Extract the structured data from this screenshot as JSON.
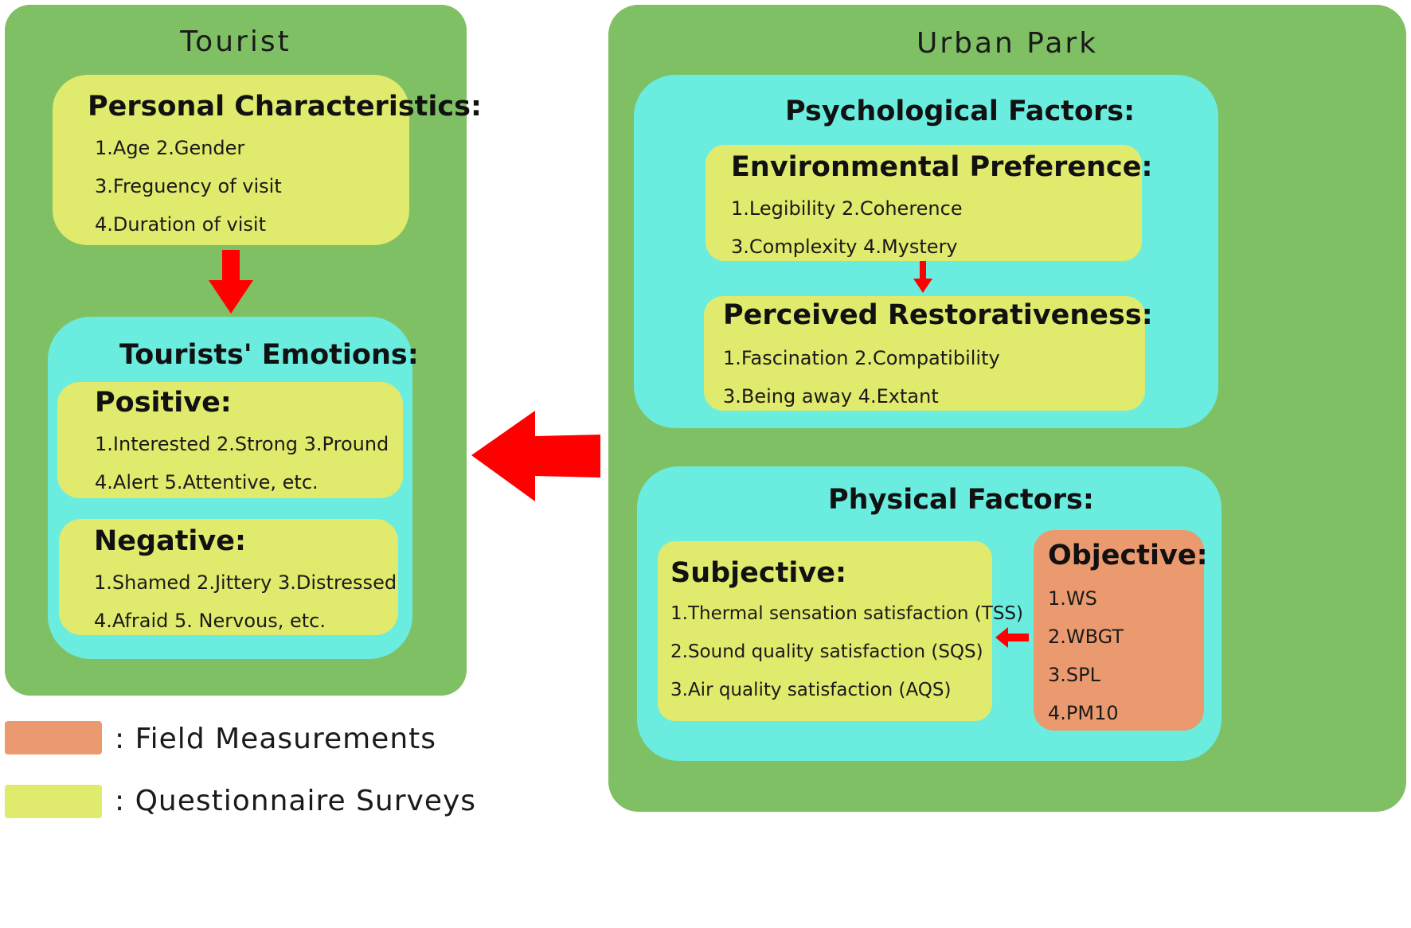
{
  "tourist": {
    "title": "Tourist",
    "personal": {
      "title": "Personal Characteristics:",
      "items": [
        "1.Age  2.Gender",
        "3.Freguency of visit",
        "4.Duration of visit"
      ]
    },
    "emotions": {
      "title": "Tourists' Emotions:",
      "positive": {
        "title": "Positive:",
        "items": [
          "1.Interested  2.Strong 3.Pround",
          "4.Alert 5.Attentive, etc."
        ]
      },
      "negative": {
        "title": "Negative:",
        "items": [
          "1.Shamed  2.Jittery  3.Distressed",
          "4.Afraid 5. Nervous, etc."
        ]
      }
    }
  },
  "park": {
    "title": "Urban Park",
    "psychological": {
      "title": "Psychological Factors:",
      "environmental": {
        "title": "Environmental Preference:",
        "items": [
          "1.Legibility  2.Coherence",
          "3.Complexity  4.Mystery"
        ]
      },
      "restorative": {
        "title": "Perceived Restorativeness:",
        "items": [
          "1.Fascination  2.Compatibility",
          "3.Being away  4.Extant"
        ]
      }
    },
    "physical": {
      "title": "Physical Factors:",
      "subjective": {
        "title": "Subjective:",
        "items": [
          "1.Thermal sensation satisfaction (TSS)",
          "2.Sound quality satisfaction (SQS)",
          "3.Air quality satisfaction (AQS)"
        ]
      },
      "objective": {
        "title": "Objective:",
        "items": [
          "1.WS",
          "2.WBGT",
          "3.SPL",
          "4.PM10"
        ]
      }
    }
  },
  "legend": {
    "field": ": Field Measurements",
    "questionnaire": ": Questionnaire Surveys"
  },
  "colors": {
    "outer": "#80c064",
    "cyan": "#6aecdf",
    "lime": "#e0ea6c",
    "orange": "#ea9a6e",
    "arrow": "#ff0000"
  }
}
